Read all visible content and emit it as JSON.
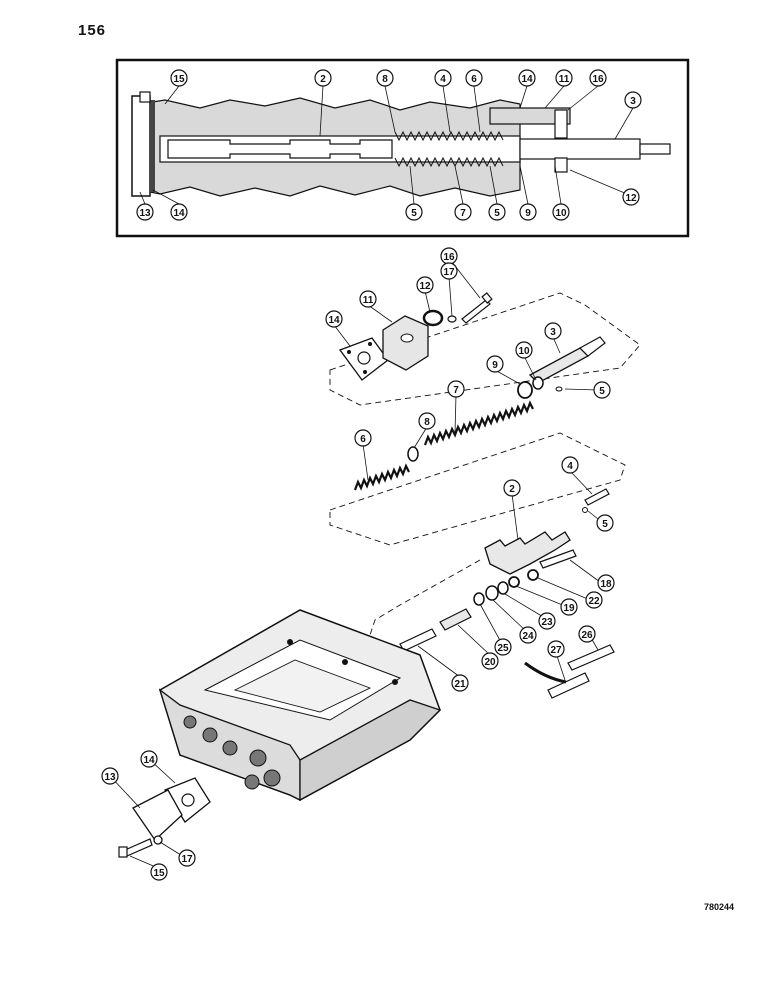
{
  "page_number": "156",
  "figure_code": "780244",
  "colors": {
    "ink": "#111111",
    "paper": "#ffffff",
    "hatch": "#555555"
  },
  "section_view": {
    "callouts": [
      "15",
      "2",
      "8",
      "4",
      "6",
      "14",
      "11",
      "16",
      "3",
      "13",
      "14",
      "5",
      "7",
      "5",
      "9",
      "10",
      "12"
    ]
  },
  "exploded_view": {
    "callouts": [
      "16",
      "17",
      "12",
      "11",
      "14",
      "3",
      "10",
      "9",
      "5",
      "7",
      "8",
      "6",
      "4",
      "2",
      "5",
      "18",
      "22",
      "19",
      "23",
      "24",
      "25",
      "20",
      "21",
      "26",
      "27",
      "14",
      "13",
      "17",
      "15"
    ]
  }
}
